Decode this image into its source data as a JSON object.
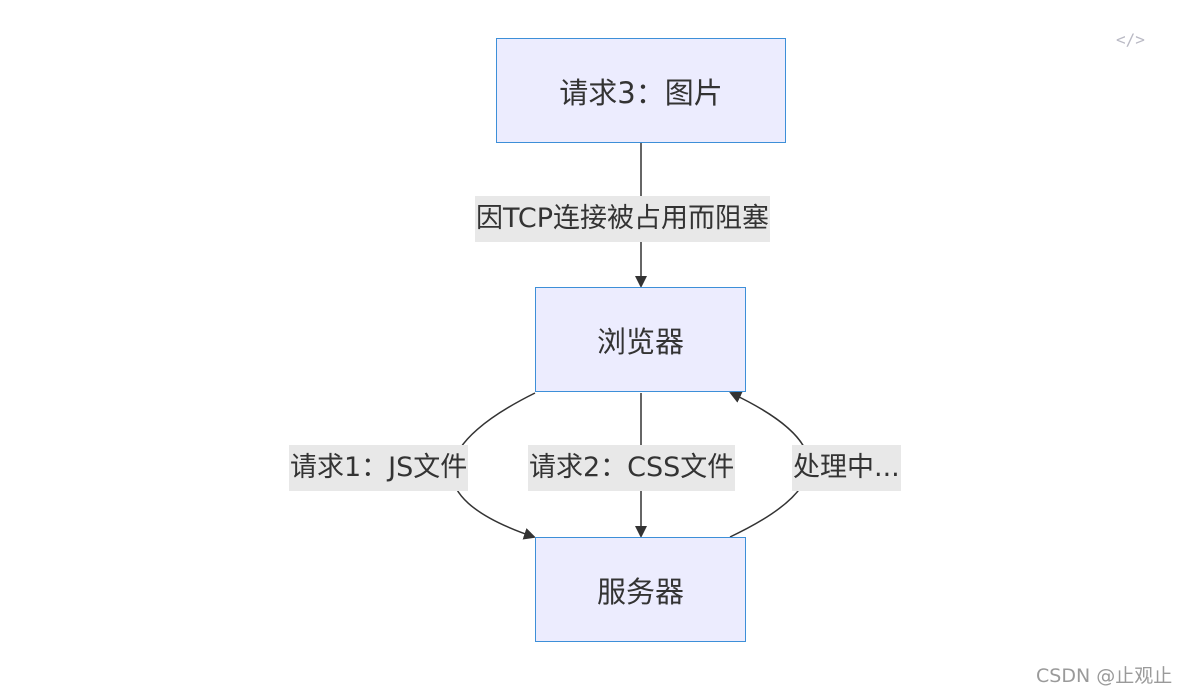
{
  "nodes": {
    "request3_image": "请求3：图片",
    "browser": "浏览器",
    "server": "服务器"
  },
  "edges": {
    "blocked_label": "因TCP连接被占用而阻塞",
    "request1_label": "请求1：JS文件",
    "request2_label": "请求2：CSS文件",
    "processing_label": "处理中..."
  },
  "code_icon": "</>",
  "watermark": "CSDN @止观止",
  "colors": {
    "node_fill": "#ececfe",
    "node_border": "#3d8fd8",
    "edge": "#333333",
    "label_bg": "#e8e8e8"
  }
}
